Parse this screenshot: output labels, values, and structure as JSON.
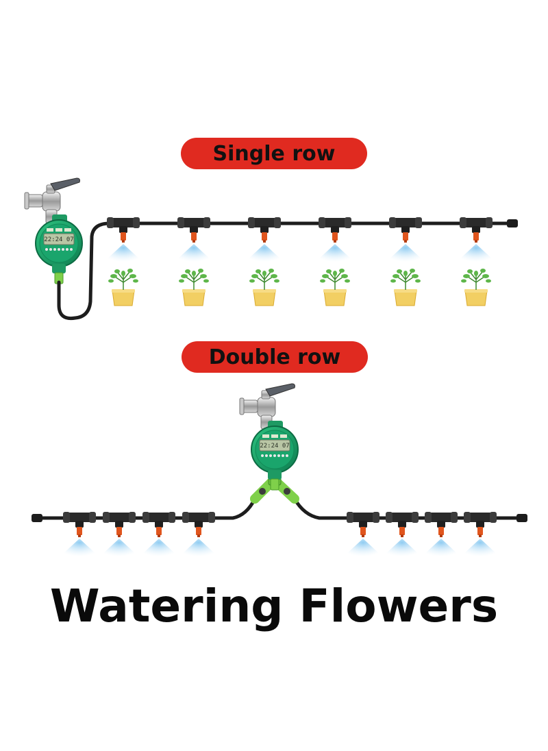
{
  "labels": {
    "single_row": "Single row",
    "double_row": "Double row",
    "footer_title": "Watering Flowers"
  },
  "timer": {
    "display_text": "22:24 07"
  },
  "colors": {
    "label_pill": "#e02a20",
    "hose": "#1d1d1d",
    "timer_body": "#18a06a",
    "timer_lcd": "#b9c6a5",
    "nozzle": "#e0551d",
    "mist": "#9fd3f2",
    "pot": "#f2cf63",
    "plant": "#5eb64a",
    "connector": "#7fd04a"
  },
  "icons": [
    "faucet-icon",
    "water-timer-icon",
    "tee-connector-icon",
    "mist-nozzle-icon",
    "potted-plant-icon",
    "end-plug-icon",
    "y-splitter-icon"
  ],
  "single_row": {
    "nozzle_count": 6,
    "plant_count": 6
  },
  "double_row": {
    "left_nozzle_count": 4,
    "right_nozzle_count": 4
  }
}
